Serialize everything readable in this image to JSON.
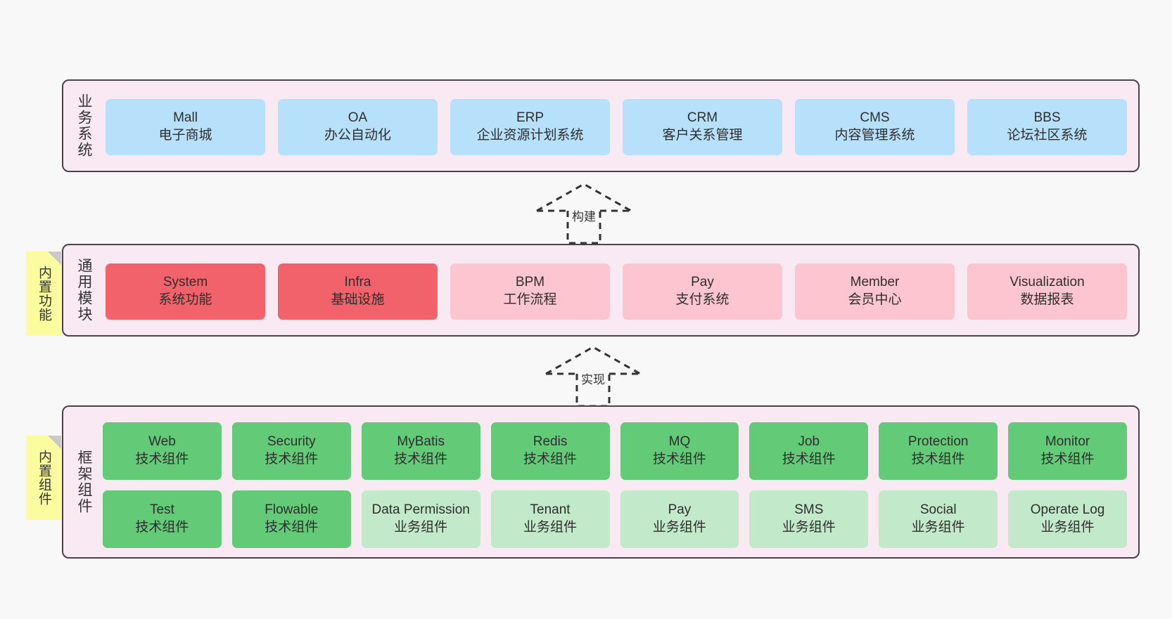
{
  "canvas": {
    "background": "#f8f8f8"
  },
  "palette": {
    "layer_bg": "#f9e9f3",
    "layer_border": "#4a414a",
    "blue": "#b7e0fb",
    "red": "#f1626a",
    "pink": "#fcc5cf",
    "green": "#63cb77",
    "light_green": "#c2e9ca",
    "note_yellow": "#fbfba0",
    "note_fold": "#c9c9c9"
  },
  "layers": [
    {
      "id": "business-system",
      "title": "业务系统",
      "rows": [
        {
          "items": [
            {
              "en": "Mall",
              "cn": "电子商城",
              "color": "c-blue"
            },
            {
              "en": "OA",
              "cn": "办公自动化",
              "color": "c-blue"
            },
            {
              "en": "ERP",
              "cn": "企业资源计划系统",
              "color": "c-blue"
            },
            {
              "en": "CRM",
              "cn": "客户关系管理",
              "color": "c-blue"
            },
            {
              "en": "CMS",
              "cn": "内容管理系统",
              "color": "c-blue"
            },
            {
              "en": "BBS",
              "cn": "论坛社区系统",
              "color": "c-blue"
            }
          ]
        }
      ]
    },
    {
      "id": "common-module",
      "title": "通用模块",
      "note": "内置功能",
      "rows": [
        {
          "items": [
            {
              "en": "System",
              "cn": "系统功能",
              "color": "c-red"
            },
            {
              "en": "Infra",
              "cn": "基础设施",
              "color": "c-red"
            },
            {
              "en": "BPM",
              "cn": "工作流程",
              "color": "c-pink"
            },
            {
              "en": "Pay",
              "cn": "支付系统",
              "color": "c-pink"
            },
            {
              "en": "Member",
              "cn": "会员中心",
              "color": "c-pink"
            },
            {
              "en": "Visualization",
              "cn": "数据报表",
              "color": "c-pink"
            }
          ]
        }
      ]
    },
    {
      "id": "framework-component",
      "title": "框架组件",
      "note": "内置组件",
      "rows": [
        {
          "items": [
            {
              "en": "Web",
              "cn": "技术组件",
              "color": "c-green"
            },
            {
              "en": "Security",
              "cn": "技术组件",
              "color": "c-green"
            },
            {
              "en": "MyBatis",
              "cn": "技术组件",
              "color": "c-green"
            },
            {
              "en": "Redis",
              "cn": "技术组件",
              "color": "c-green"
            },
            {
              "en": "MQ",
              "cn": "技术组件",
              "color": "c-green"
            },
            {
              "en": "Job",
              "cn": "技术组件",
              "color": "c-green"
            },
            {
              "en": "Protection",
              "cn": "技术组件",
              "color": "c-green"
            },
            {
              "en": "Monitor",
              "cn": "技术组件",
              "color": "c-green"
            }
          ]
        },
        {
          "items": [
            {
              "en": "Test",
              "cn": "技术组件",
              "color": "c-green"
            },
            {
              "en": "Flowable",
              "cn": "技术组件",
              "color": "c-green"
            },
            {
              "en": "Data Permission",
              "cn": "业务组件",
              "color": "c-lightgreen"
            },
            {
              "en": "Tenant",
              "cn": "业务组件",
              "color": "c-lightgreen"
            },
            {
              "en": "Pay",
              "cn": "业务组件",
              "color": "c-lightgreen"
            },
            {
              "en": "SMS",
              "cn": "业务组件",
              "color": "c-lightgreen"
            },
            {
              "en": "Social",
              "cn": "业务组件",
              "color": "c-lightgreen"
            },
            {
              "en": "Operate Log",
              "cn": "业务组件",
              "color": "c-lightgreen"
            }
          ]
        }
      ]
    }
  ],
  "arrows": [
    {
      "id": "build",
      "label": "构建"
    },
    {
      "id": "realize",
      "label": "实现"
    }
  ]
}
